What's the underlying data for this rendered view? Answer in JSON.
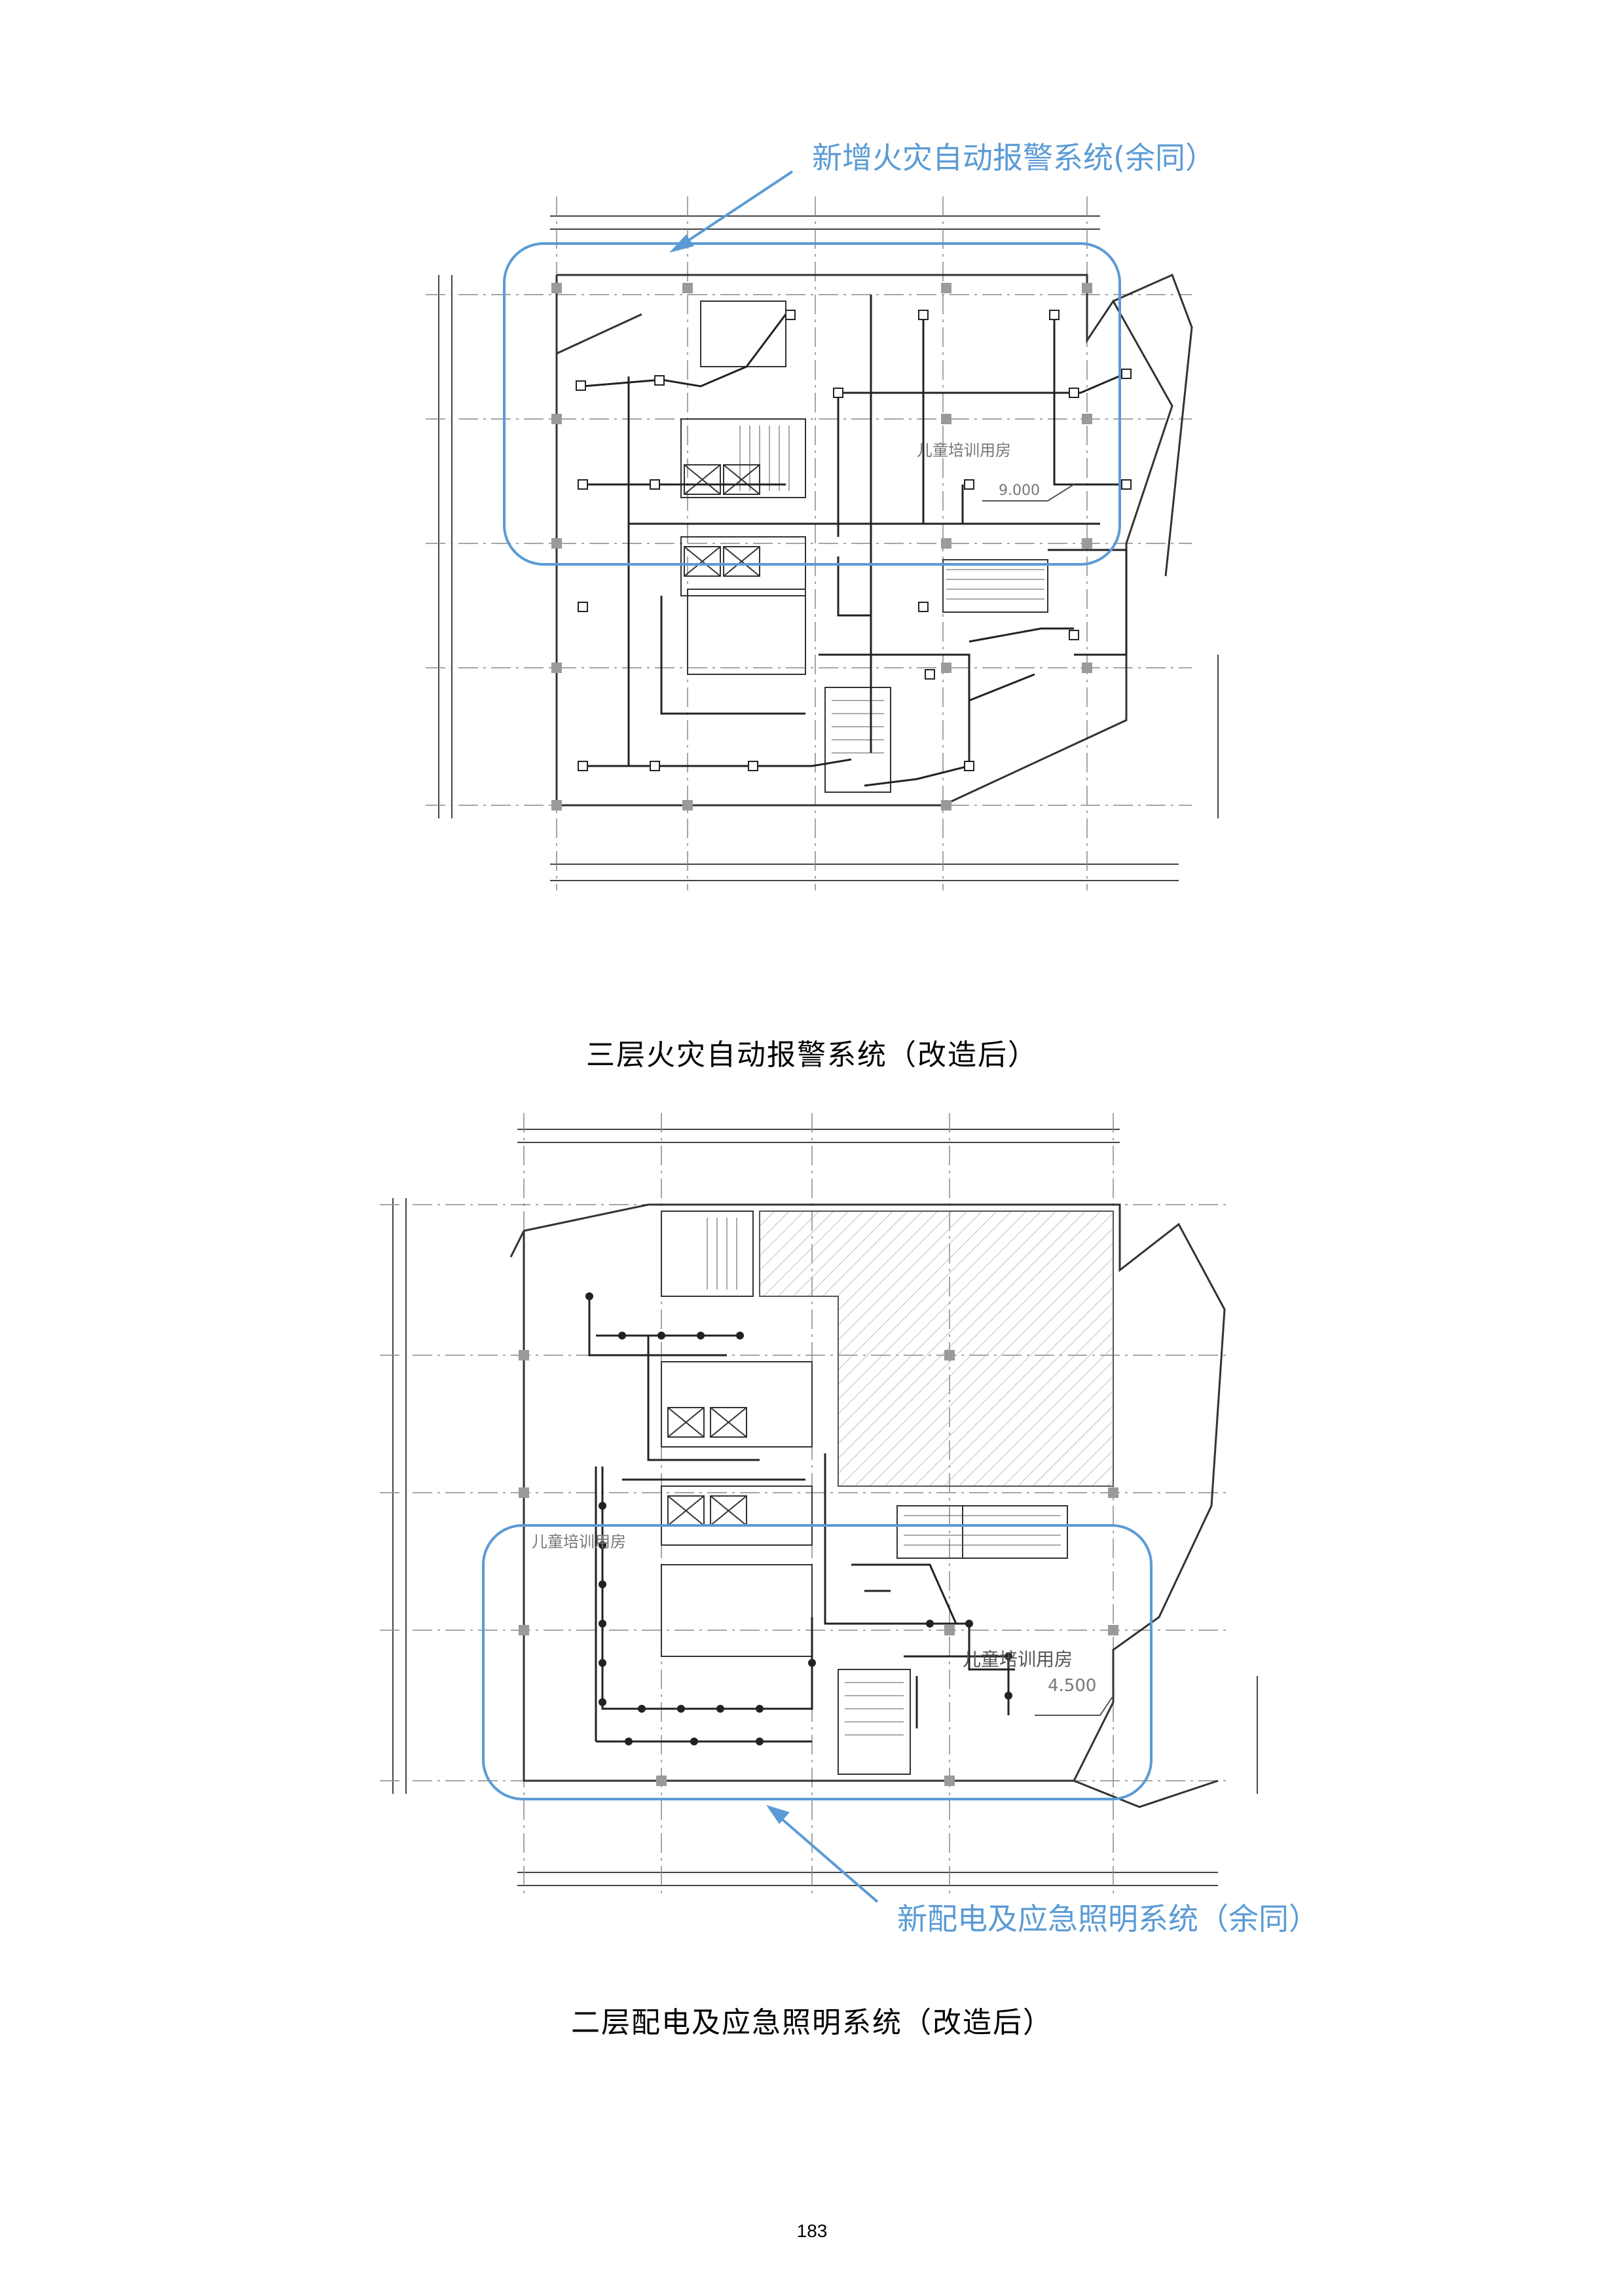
{
  "drawing1": {
    "annotation": "新增火灾自动报警系统(余同）",
    "room_label": "儿童培训用房",
    "elevation": "9.000",
    "caption": "三层火灾自动报警系统（改造后）"
  },
  "drawing2": {
    "annotation": "新配电及应急照明系统（余同）",
    "room_label_left": "儿童培训用房",
    "room_label_right": "儿童培训用房",
    "elevation": "4.500",
    "caption": "二层配电及应急照明系统（改造后）"
  },
  "page_number": "183",
  "colors": {
    "annotation": "#5b9bd5",
    "drawing_lines": "#333333",
    "columns": "#9a9a9a"
  }
}
